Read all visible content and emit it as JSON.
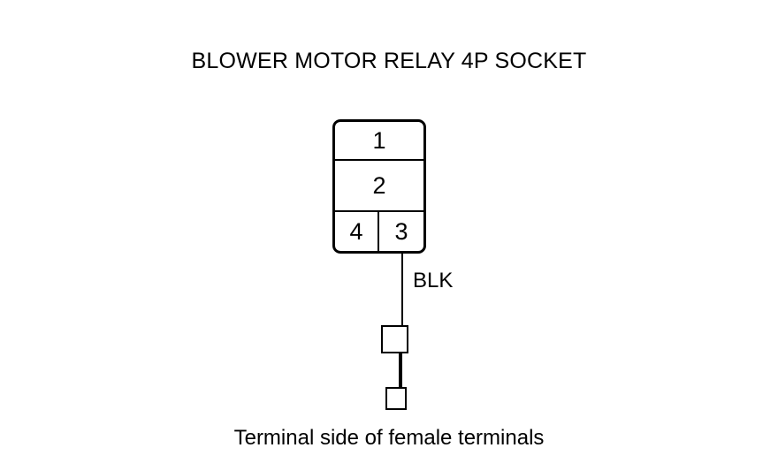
{
  "diagram": {
    "title": "BLOWER MOTOR RELAY 4P SOCKET",
    "caption": "Terminal side of female terminals",
    "connector": {
      "pins": [
        {
          "number": "1"
        },
        {
          "number": "2"
        },
        {
          "number": "4"
        },
        {
          "number": "3"
        }
      ]
    },
    "wire": {
      "color_code": "BLK",
      "from_pin": "3"
    },
    "colors": {
      "line": "#000000",
      "background": "#ffffff"
    }
  }
}
